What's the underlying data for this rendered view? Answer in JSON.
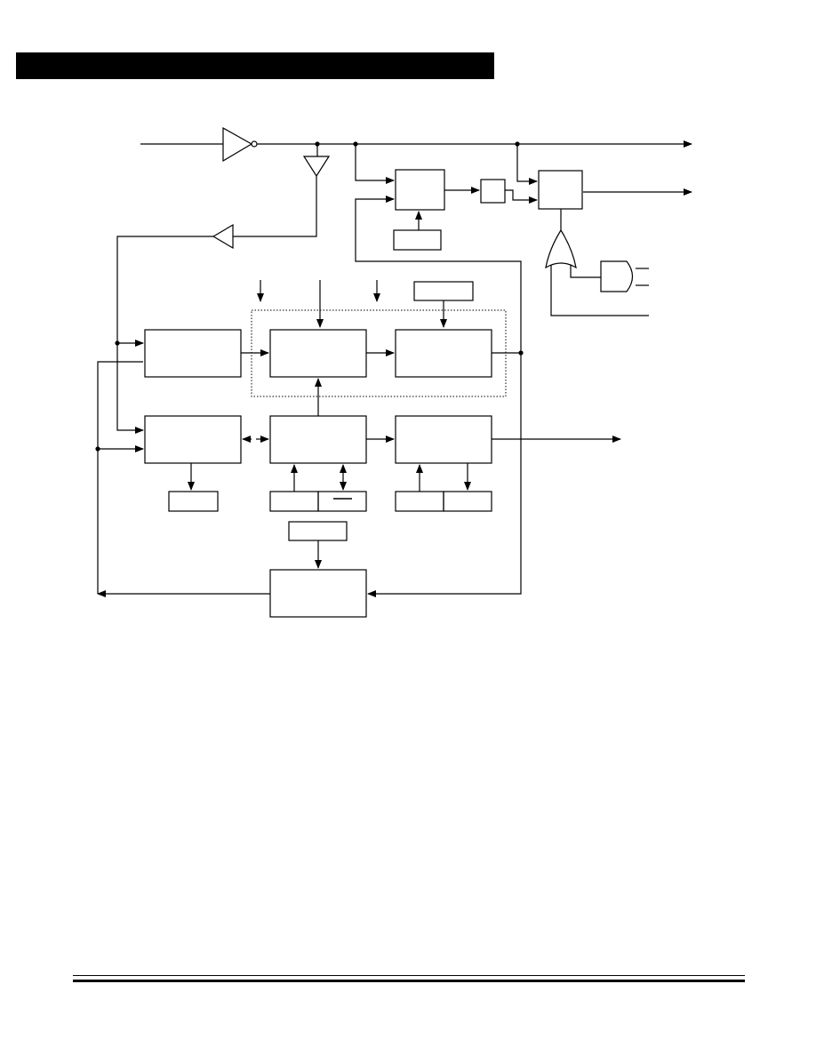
{
  "header": {
    "bar_color": "#000000",
    "title": ""
  },
  "diagram": {
    "line_color": "#000000",
    "background": "#ffffff",
    "blocks": [
      {
        "id": "gate-block",
        "label": ""
      },
      {
        "id": "small-block",
        "label": ""
      },
      {
        "id": "output-block",
        "label": ""
      },
      {
        "id": "gate-input-block",
        "label": ""
      },
      {
        "id": "top-label-block",
        "label": ""
      },
      {
        "id": "left-block-1",
        "label": ""
      },
      {
        "id": "center-block-1",
        "label": ""
      },
      {
        "id": "right-block-1",
        "label": ""
      },
      {
        "id": "left-block-2",
        "label": ""
      },
      {
        "id": "center-block-2",
        "label": ""
      },
      {
        "id": "right-block-2",
        "label": ""
      },
      {
        "id": "small-box-left",
        "label": ""
      },
      {
        "id": "small-box-center-a",
        "label": ""
      },
      {
        "id": "small-box-center-b",
        "label": ""
      },
      {
        "id": "small-box-right-a",
        "label": ""
      },
      {
        "id": "small-box-right-b",
        "label": ""
      },
      {
        "id": "label-box-bottom",
        "label": ""
      },
      {
        "id": "bottom-block",
        "label": ""
      }
    ],
    "gates": [
      "inverter",
      "buffer-down",
      "buffer-left",
      "or-gate",
      "and-gate"
    ]
  },
  "footer": {
    "rules": 2
  }
}
